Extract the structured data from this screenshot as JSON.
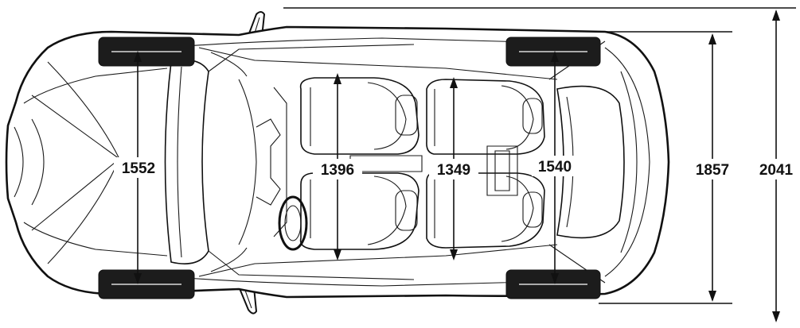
{
  "dimensions": {
    "front_track": "1552",
    "front_shoulder": "1396",
    "rear_shoulder": "1349",
    "rear_track": "1540",
    "overall_width": "1857",
    "width_with_mirrors": "2041"
  },
  "colors": {
    "line": "#111111",
    "tire": "#1c1c1c",
    "background": "#ffffff"
  }
}
